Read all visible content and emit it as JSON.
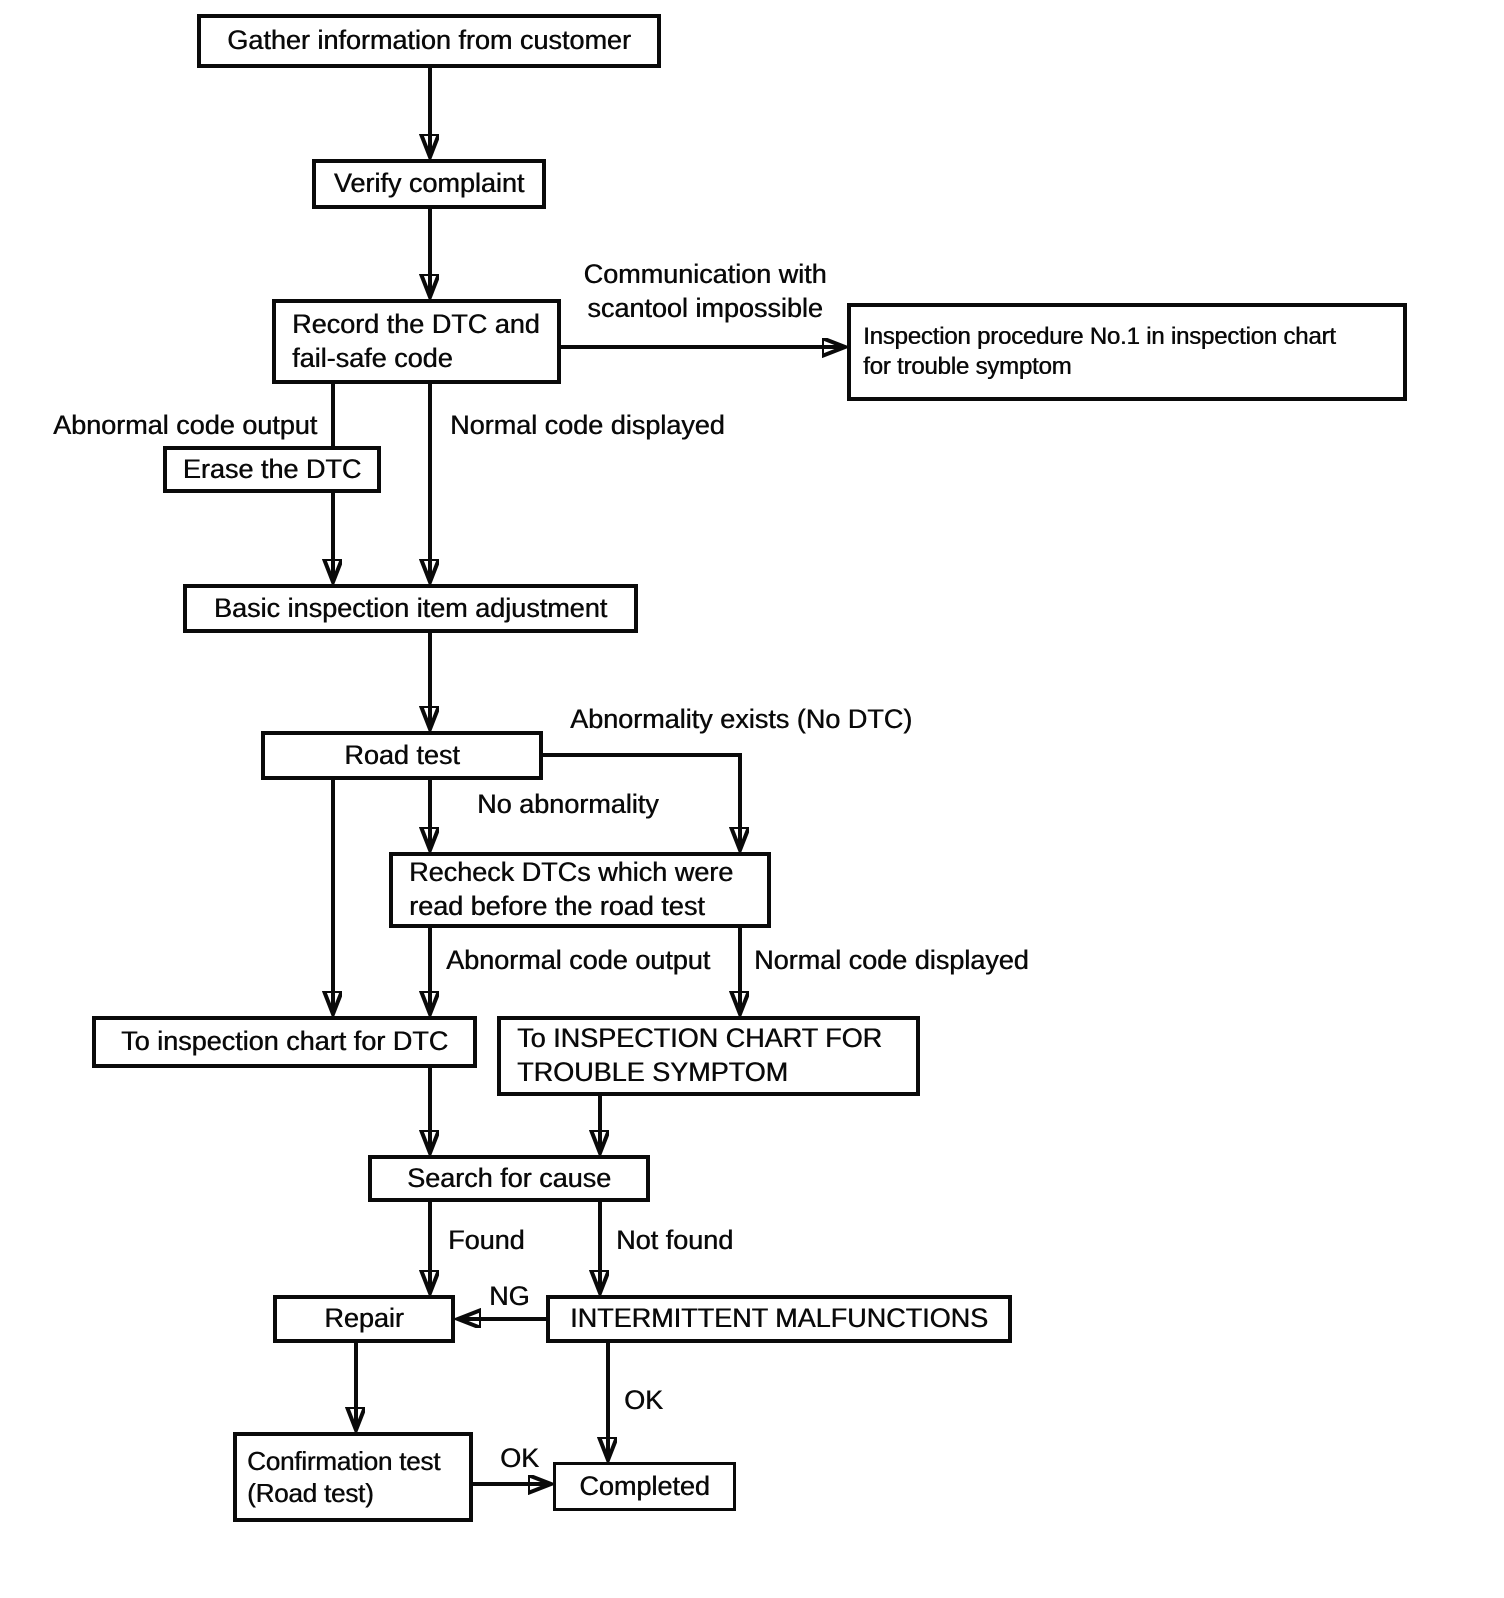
{
  "colors": {
    "ink": "#0a0a0a",
    "background": "#ffffff"
  },
  "flowchart": {
    "type": "flowchart",
    "nodes": [
      {
        "id": "gather",
        "label": "Gather information from customer"
      },
      {
        "id": "verify",
        "label": "Verify complaint"
      },
      {
        "id": "record",
        "label": "Record the DTC and\nfail-safe code"
      },
      {
        "id": "inspection1",
        "label": "Inspection procedure No.1 in inspection chart\nfor trouble symptom"
      },
      {
        "id": "erase",
        "label": "Erase the DTC"
      },
      {
        "id": "basic",
        "label": "Basic inspection item adjustment"
      },
      {
        "id": "road",
        "label": "Road test"
      },
      {
        "id": "recheck",
        "label": "Recheck DTCs which were\nread before the road test"
      },
      {
        "id": "to_dtc",
        "label": "To inspection chart for DTC"
      },
      {
        "id": "to_symptom",
        "label": "To INSPECTION CHART FOR\nTROUBLE SYMPTOM"
      },
      {
        "id": "search",
        "label": "Search for cause"
      },
      {
        "id": "repair",
        "label": "Repair"
      },
      {
        "id": "intermittent",
        "label": "INTERMITTENT MALFUNCTIONS"
      },
      {
        "id": "confirmation",
        "label": "Confirmation test\n(Road test)"
      },
      {
        "id": "completed",
        "label": "Completed"
      }
    ],
    "edge_labels": [
      {
        "id": "communication",
        "text": "Communication with\nscantool impossible"
      },
      {
        "id": "abnormal_code_1",
        "text": "Abnormal code output"
      },
      {
        "id": "normal_code_1",
        "text": "Normal code displayed"
      },
      {
        "id": "abnormality_exists",
        "text": "Abnormality exists (No DTC)"
      },
      {
        "id": "no_abnormality",
        "text": "No abnormality"
      },
      {
        "id": "abnormal_code_2",
        "text": "Abnormal code output"
      },
      {
        "id": "normal_code_2",
        "text": "Normal code displayed"
      },
      {
        "id": "found",
        "text": "Found"
      },
      {
        "id": "not_found",
        "text": "Not found"
      },
      {
        "id": "ng",
        "text": "NG"
      },
      {
        "id": "ok_completed",
        "text": "OK"
      },
      {
        "id": "ok_confirmation",
        "text": "OK"
      }
    ]
  }
}
